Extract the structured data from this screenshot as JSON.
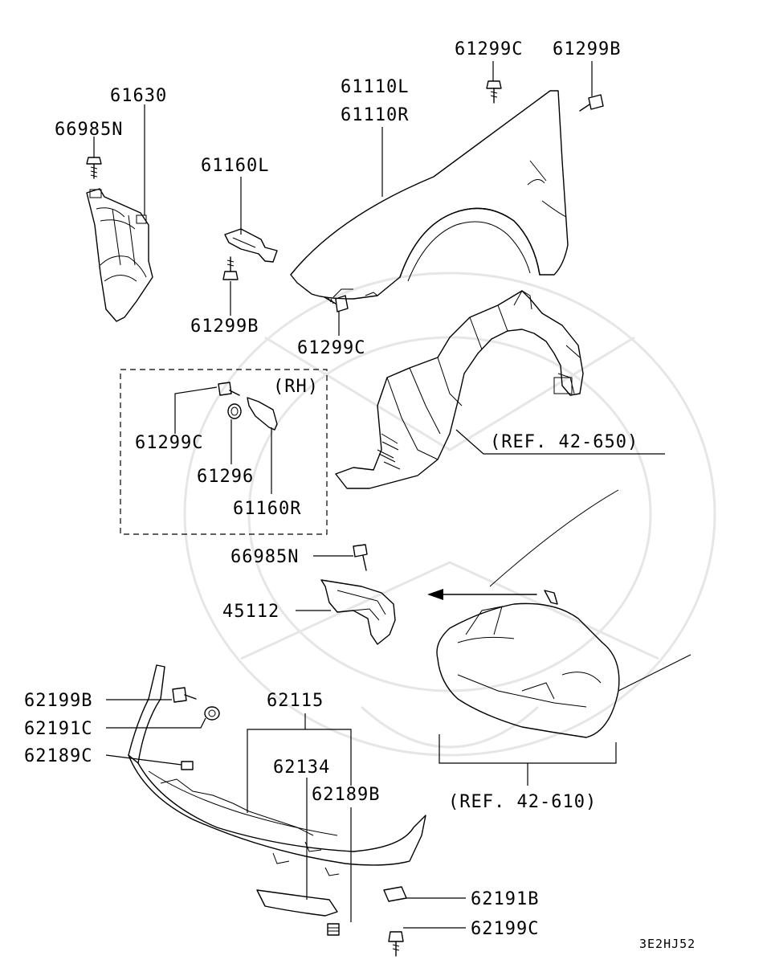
{
  "labels": {
    "p61630": "61630",
    "p66985n_top": "66985N",
    "p61160l": "61160L",
    "p61299b_left": "61299B",
    "p61110l": "61110L",
    "p61110r": "61110R",
    "p61299c_top": "61299C",
    "p61299b_top": "61299B",
    "p61299c_mid": "61299C",
    "rh": "(RH)",
    "p61299c_box": "61299C",
    "p61296": "61296",
    "p61160r": "61160R",
    "ref_42_650": "(REF. 42-650)",
    "p66985n_mid": "66985N",
    "p45112": "45112",
    "p62199b": "62199B",
    "p62191c": "62191C",
    "p62189c": "62189C",
    "p62115": "62115",
    "p62134": "62134",
    "p62189b": "62189B",
    "ref_42_610": "(REF. 42-610)",
    "p62191b": "62191B",
    "p62199c": "62199C",
    "diagram_code": "3E2HJ52"
  }
}
